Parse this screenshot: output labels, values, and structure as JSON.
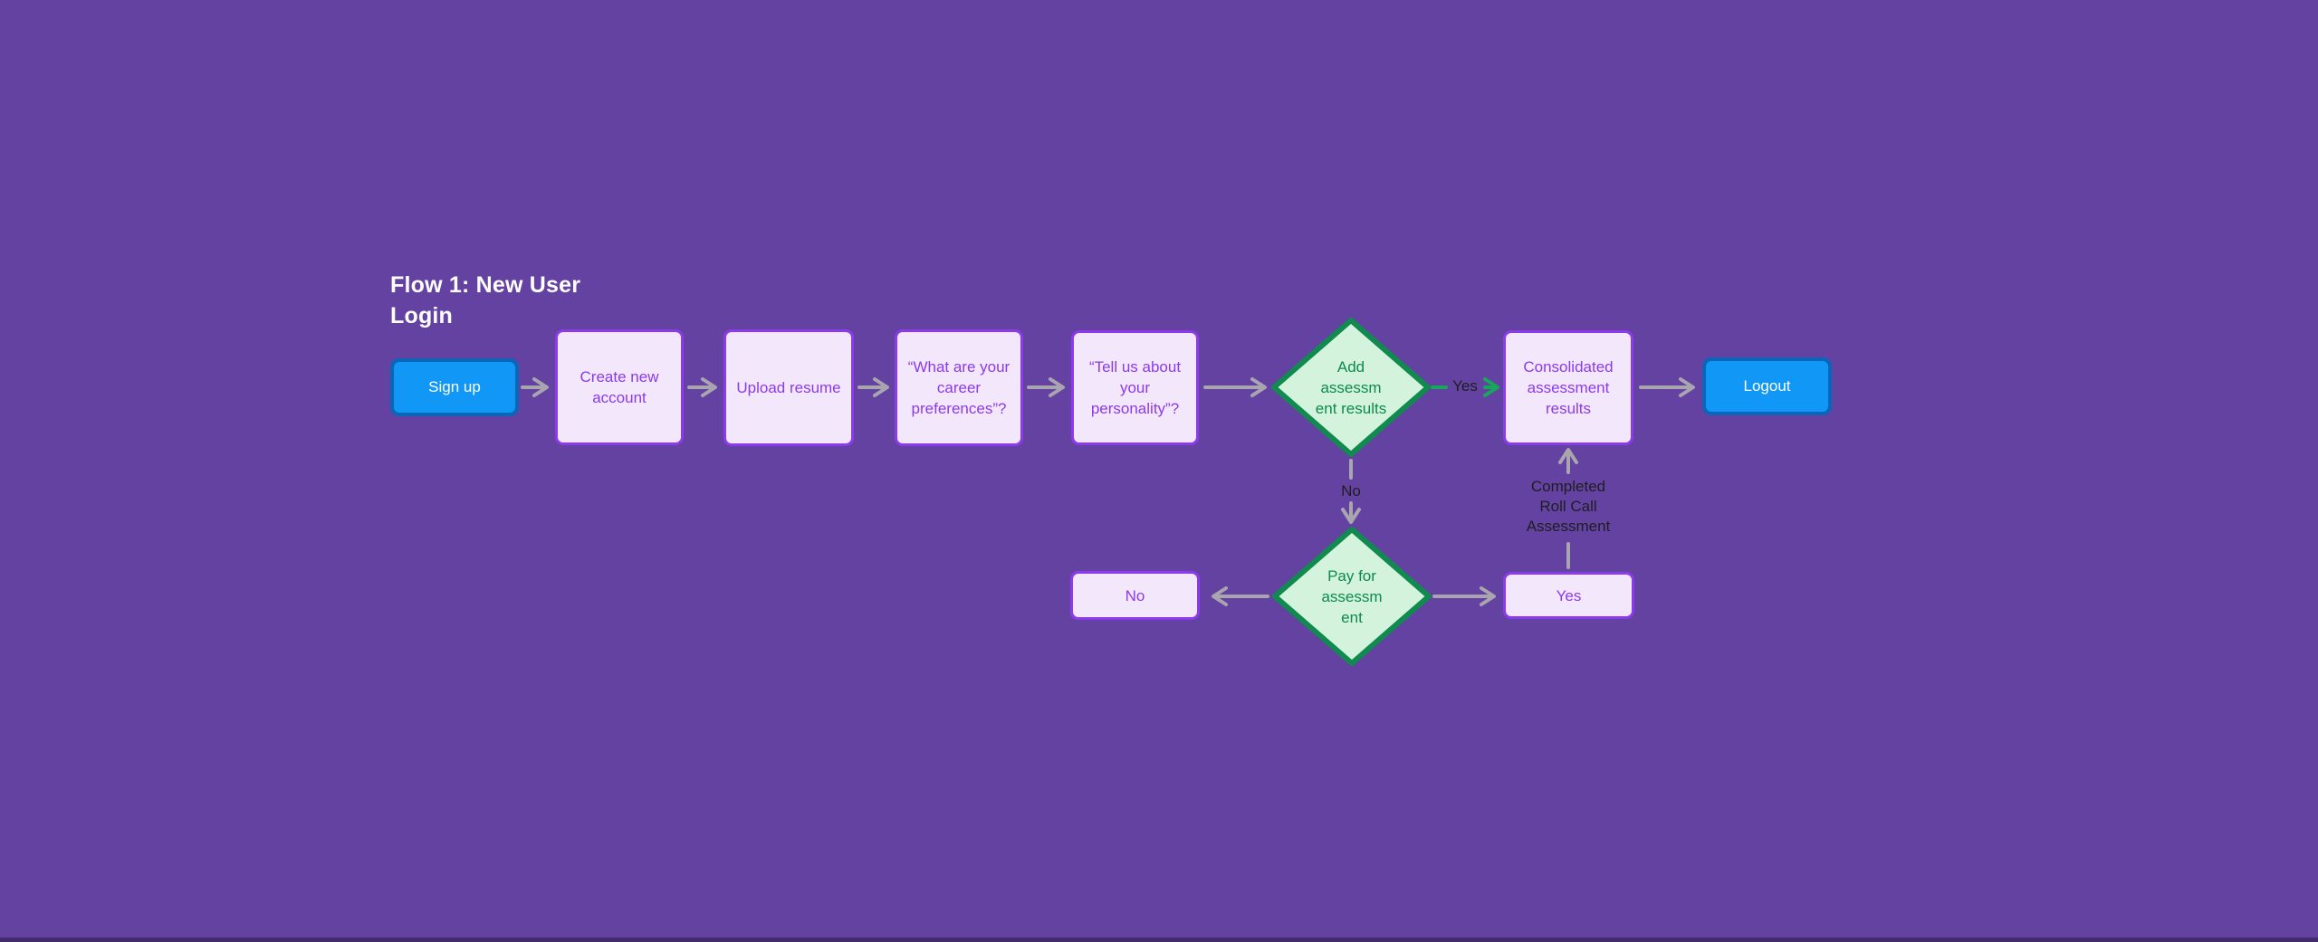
{
  "title": "Flow 1: New User Login",
  "flow": {
    "nodes": {
      "signup": {
        "label": "Sign up",
        "type": "button"
      },
      "create_account": {
        "label": "Create new\naccount",
        "type": "process"
      },
      "upload_resume": {
        "label": "Upload resume",
        "type": "process"
      },
      "career_preferences": {
        "label": "“What are your\ncareer\npreferences”?",
        "type": "process"
      },
      "personality": {
        "label": "“Tell us about\nyour\npersonality”?",
        "type": "process"
      },
      "add_assessment": {
        "label": "Add\nassessm\nent results",
        "type": "decision"
      },
      "consolidated_results": {
        "label": "Consolidated\nassessment\nresults",
        "type": "process"
      },
      "logout": {
        "label": "Logout",
        "type": "button"
      },
      "pay_assessment": {
        "label": "Pay for\nassessm\nent",
        "type": "decision"
      },
      "no_result": {
        "label": "No",
        "type": "process"
      },
      "yes_result": {
        "label": "Yes",
        "type": "process"
      }
    },
    "connector_labels": {
      "yes_branch": "Yes",
      "no_branch": "No",
      "completed_roll_call": "Completed\nRoll Call\nAssessment"
    }
  },
  "colors": {
    "background": "#6442A2",
    "node_fill": "#F2E7FB",
    "node_border": "#8C3BEC",
    "node_text": "#8C3BEC",
    "button_fill": "#1197F5",
    "button_border": "#0A66B8",
    "button_text": "#FFFFFF",
    "diamond_fill": "#D3F3DC",
    "diamond_border": "#108A4E",
    "diamond_text": "#0D8A4D",
    "connector_gray": "#A8A5AE",
    "connector_green": "#17A75B",
    "connector_label_text": "#1E1E1E",
    "title_text": "#FFFFFF"
  }
}
